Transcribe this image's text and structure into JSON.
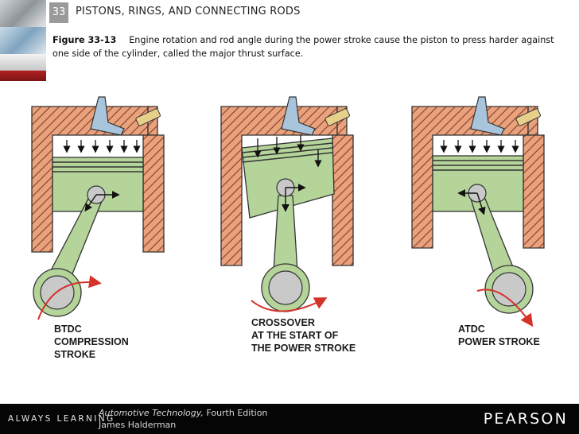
{
  "header": {
    "chapter_number": "33",
    "chapter_title": "PISTONS, RINGS, AND CONNECTING RODS"
  },
  "caption": {
    "figure_label": "Figure 33-13",
    "text": "Engine rotation and rod angle during the power stroke cause the piston to press harder against one side of the cylinder, called the major thrust surface."
  },
  "diagrams": [
    {
      "label_lines": [
        "BTDC",
        "COMPRESSION",
        "STROKE"
      ]
    },
    {
      "label_lines": [
        "CROSSOVER",
        "AT THE START OF",
        "THE POWER STROKE"
      ]
    },
    {
      "label_lines": [
        "ATDC",
        "POWER STROKE"
      ]
    }
  ],
  "footer": {
    "tagline": "ALWAYS LEARNING",
    "book_title": "Automotive Technology,",
    "book_edition": " Fourth Edition",
    "author": "James Halderman",
    "publisher": "PEARSON"
  },
  "colors": {
    "piston_green": "#b5d49a",
    "cylinder_orange": "#e5a07a",
    "hatch": "#8a3b2b",
    "arrow_red": "#d5322a",
    "valve_blue": "#a9c5dc"
  }
}
